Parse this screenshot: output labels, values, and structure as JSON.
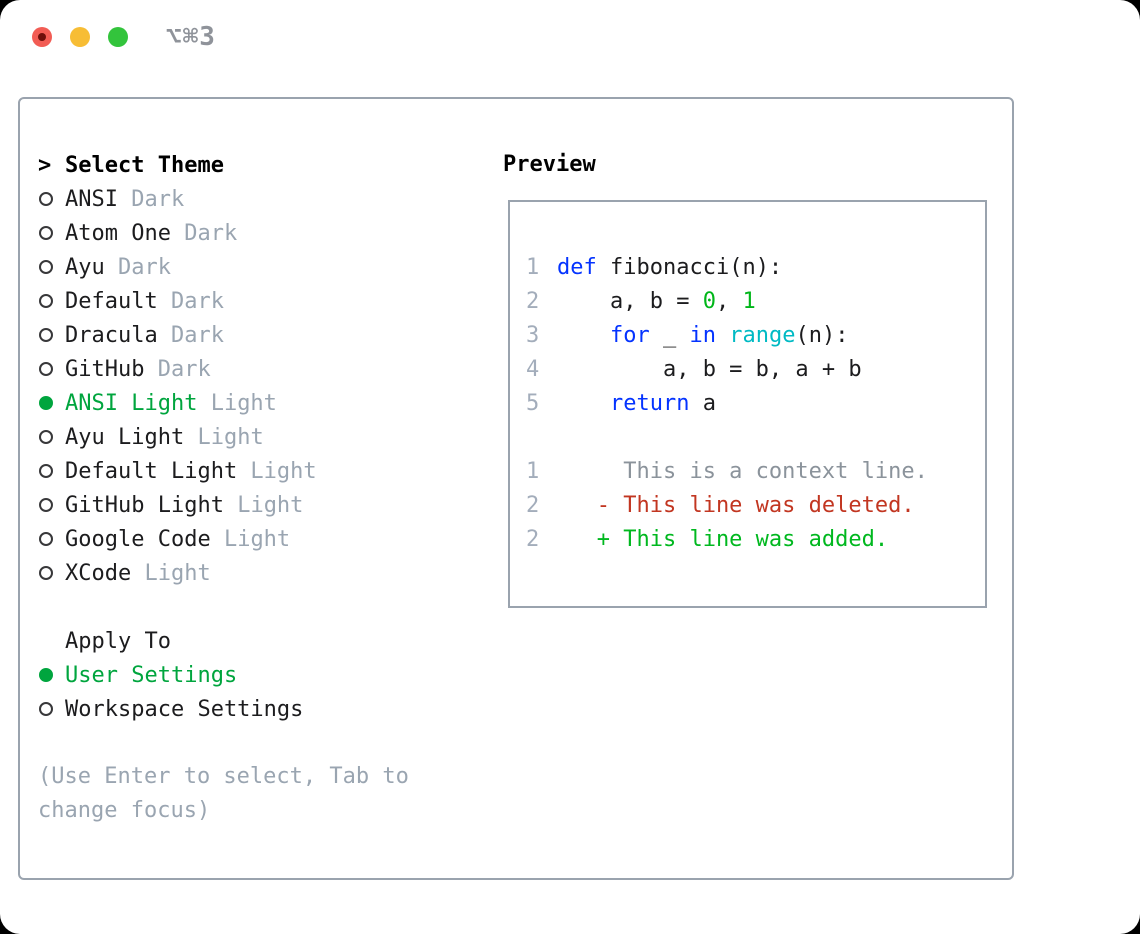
{
  "window": {
    "title_shortcut": "⌥⌘3"
  },
  "theme_selector": {
    "header_marker": ">",
    "header": "Select Theme",
    "items": [
      {
        "name": "ANSI",
        "variant": "Dark",
        "selected": false
      },
      {
        "name": "Atom One",
        "variant": "Dark",
        "selected": false
      },
      {
        "name": "Ayu",
        "variant": "Dark",
        "selected": false
      },
      {
        "name": "Default",
        "variant": "Dark",
        "selected": false
      },
      {
        "name": "Dracula",
        "variant": "Dark",
        "selected": false
      },
      {
        "name": "GitHub",
        "variant": "Dark",
        "selected": false
      },
      {
        "name": "ANSI Light",
        "variant": "Light",
        "selected": true
      },
      {
        "name": "Ayu Light",
        "variant": "Light",
        "selected": false
      },
      {
        "name": "Default Light",
        "variant": "Light",
        "selected": false
      },
      {
        "name": "GitHub Light",
        "variant": "Light",
        "selected": false
      },
      {
        "name": "Google Code",
        "variant": "Light",
        "selected": false
      },
      {
        "name": "XCode",
        "variant": "Light",
        "selected": false
      }
    ]
  },
  "apply_to": {
    "header": "Apply To",
    "items": [
      {
        "label": "User Settings",
        "selected": true
      },
      {
        "label": "Workspace Settings",
        "selected": false
      }
    ]
  },
  "hint": "(Use Enter to select, Tab to change focus)",
  "preview": {
    "header": "Preview",
    "code_lines": [
      {
        "num": "1",
        "segments": [
          {
            "text": "def",
            "color": "keyword"
          },
          {
            "text": " fibonacci(n):",
            "color": "plain"
          }
        ]
      },
      {
        "num": "2",
        "segments": [
          {
            "text": "    a, b = ",
            "color": "plain"
          },
          {
            "text": "0",
            "color": "number"
          },
          {
            "text": ", ",
            "color": "plain"
          },
          {
            "text": "1",
            "color": "number"
          }
        ]
      },
      {
        "num": "3",
        "segments": [
          {
            "text": "    ",
            "color": "plain"
          },
          {
            "text": "for",
            "color": "keyword"
          },
          {
            "text": " _ ",
            "color": "plain"
          },
          {
            "text": "in",
            "color": "keyword"
          },
          {
            "text": " ",
            "color": "plain"
          },
          {
            "text": "range",
            "color": "builtin"
          },
          {
            "text": "(n):",
            "color": "plain"
          }
        ]
      },
      {
        "num": "4",
        "segments": [
          {
            "text": "        a, b = b, a + b",
            "color": "plain"
          }
        ]
      },
      {
        "num": "5",
        "segments": [
          {
            "text": "    ",
            "color": "plain"
          },
          {
            "text": "return",
            "color": "keyword"
          },
          {
            "text": " a",
            "color": "plain"
          }
        ]
      },
      {
        "num": "",
        "segments": []
      },
      {
        "num": "1",
        "segments": [
          {
            "text": "     This is a context line.",
            "color": "context"
          }
        ]
      },
      {
        "num": "2",
        "segments": [
          {
            "text": "   - This line was deleted.",
            "color": "deleted"
          }
        ]
      },
      {
        "num": "2",
        "segments": [
          {
            "text": "   + This line was added.",
            "color": "added"
          }
        ]
      }
    ]
  },
  "colors": {
    "accent": "#00a53e",
    "muted": "#9aa5b1",
    "text": "#1c1c1e",
    "border": "#9aa3ae",
    "linenum": "#a3adbb",
    "kw": "#0433ff",
    "builtin": "#00bac4",
    "num": "#00b619",
    "context": "#8b939b",
    "deleted": "#c23621",
    "added": "#00b81f",
    "title-gray": "#8f939a",
    "tl-red": "#f25c54",
    "tl-red-dot": "#6e0f0b",
    "tl-yellow": "#f7bd35",
    "tl-green": "#33c43c"
  }
}
